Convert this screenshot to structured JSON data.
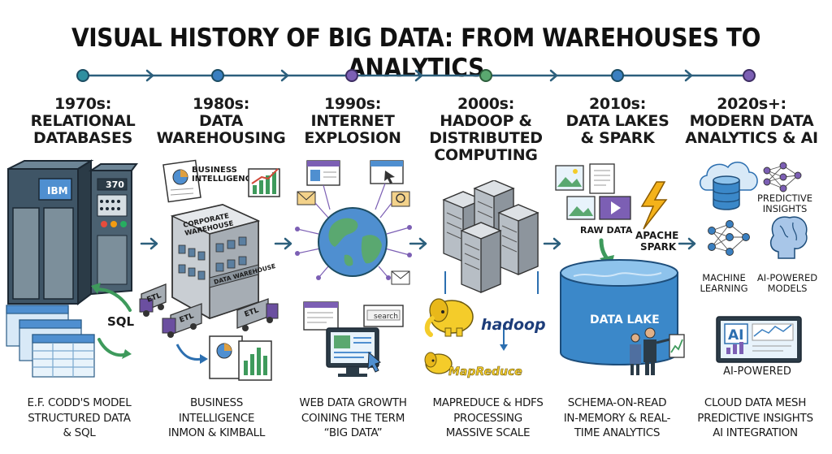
{
  "title": "VISUAL HISTORY OF BIG DATA: FROM WAREHOUSES TO ANALYTICS",
  "colors": {
    "timeline": "#2c5f7c",
    "node_teal": "#2f8fa0",
    "node_blue": "#3a7fc0",
    "node_purple": "#7c5fb4",
    "node_green": "#5aa870",
    "lake": "#3b88c9",
    "hadoop_yellow": "#f4cc2a"
  },
  "eras": [
    {
      "heading": [
        "1970s:",
        "RELATIONAL",
        "DATABASES"
      ],
      "description": [
        "E.F. CODD'S MODEL",
        "STRUCTURED DATA",
        "& SQL"
      ],
      "labels": {
        "computer": "IBM",
        "model": "370",
        "query": "SQL"
      },
      "icons": [
        "mainframe-icon",
        "tables-icon",
        "cycle-arrows-icon"
      ]
    },
    {
      "heading": [
        "1980s:",
        "DATA",
        "WAREHOUSING"
      ],
      "description": [
        "BUSINESS",
        "INTELLIGENCE",
        "INMON & KIMBALL"
      ],
      "labels": {
        "bi": [
          "BUSINESS",
          "INTELLIGENCE"
        ],
        "building_sign": [
          "CORPORATE",
          "WAREHOUSE"
        ],
        "building_banner": "DATA WAREHOUSE",
        "truck": "ETL"
      },
      "icons": [
        "warehouse-icon",
        "truck-icon",
        "report-icon"
      ]
    },
    {
      "heading": [
        "1990s:",
        "INTERNET",
        "EXPLOSION"
      ],
      "description": [
        "WEB DATA GROWTH",
        "COINING THE TERM",
        "“BIG DATA”"
      ],
      "labels": {
        "search": "search"
      },
      "icons": [
        "globe-icon",
        "browser-icon",
        "email-icon",
        "monitor-icon"
      ]
    },
    {
      "heading": [
        "2000s:",
        "HADOOP &",
        "DISTRIBUTED",
        "COMPUTING"
      ],
      "description": [
        "MAPREDUCE & HDFS",
        "PROCESSING",
        "MASSIVE SCALE"
      ],
      "labels": {
        "hadoop": "hadoop",
        "mapreduce": "MapReduce"
      },
      "icons": [
        "server-cluster-icon",
        "elephant-icon"
      ]
    },
    {
      "heading": [
        "2010s:",
        "DATA LAKES",
        "& SPARK"
      ],
      "description": [
        "SCHEMA-ON-READ",
        "IN-MEMORY & REAL-",
        "TIME ANALYTICS"
      ],
      "labels": {
        "raw": "RAW DATA",
        "spark": [
          "APACHE",
          "SPARK"
        ],
        "lake": "DATA LAKE"
      },
      "icons": [
        "raw-files-icon",
        "lightning-icon",
        "data-lake-icon",
        "presenter-icon"
      ]
    },
    {
      "heading": [
        "2020s+:",
        "MODERN DATA",
        "ANALYTICS & AI"
      ],
      "description": [
        "CLOUD DATA MESH",
        "PREDICTIVE INSIGHTS",
        "AI INTEGRATION"
      ],
      "labels": {
        "predictive": [
          "PREDICTIVE",
          "INSIGHTS"
        ],
        "ml": [
          "MACHINE",
          "LEARNING"
        ],
        "models": [
          "AI-POWERED",
          "MODELS"
        ],
        "ai_badge": "AI",
        "dashboard": "AI-POWERED"
      },
      "icons": [
        "cloud-database-icon",
        "neural-net-icon",
        "brain-icon",
        "ai-dashboard-icon"
      ]
    }
  ]
}
